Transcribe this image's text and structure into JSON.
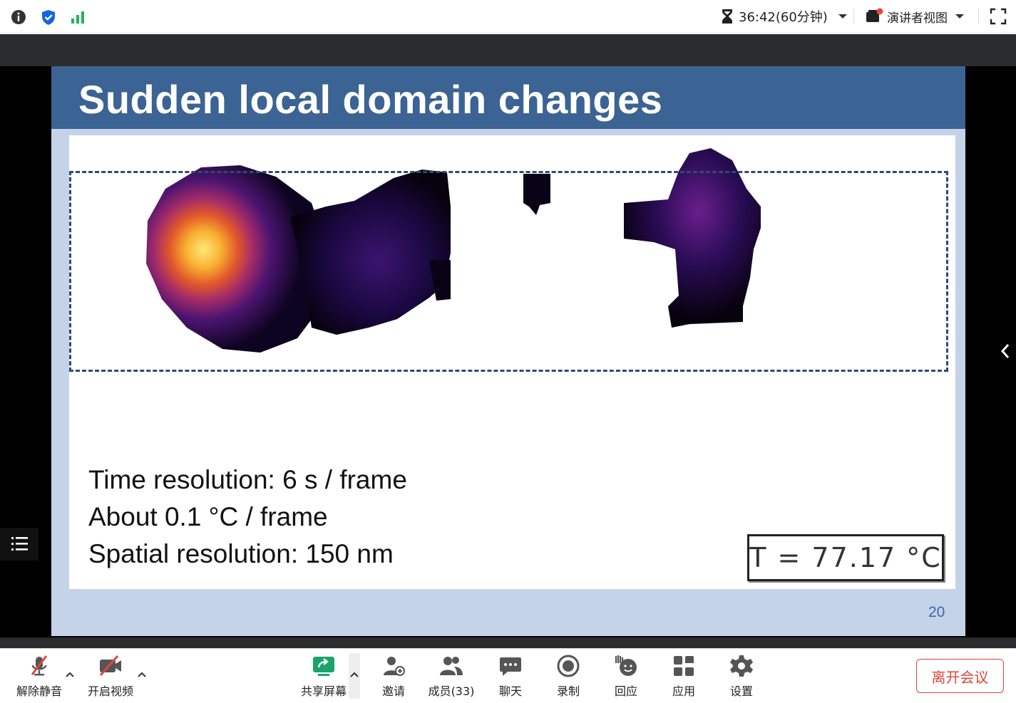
{
  "topbar": {
    "timer_text": "36:42(60分钟)",
    "view_mode_label": "演讲者视图"
  },
  "slide": {
    "title": "Sudden local domain changes",
    "lines": [
      "Time resolution: 6 s / frame",
      "About 0.1 °C / frame",
      "Spatial resolution: 150 nm"
    ],
    "temperature": "T = 77.17  °C",
    "page_number": "20"
  },
  "toolbar": {
    "unmute_label": "解除静音",
    "start_video_label": "开启视频",
    "share_screen_label": "共享屏幕",
    "invite_label": "邀请",
    "participants_label": "成员(33)",
    "chat_label": "聊天",
    "record_label": "录制",
    "reactions_label": "回应",
    "apps_label": "应用",
    "settings_label": "设置",
    "leave_label": "离开会议"
  },
  "colors": {
    "slide_header": "#3b6393",
    "slide_background": "#c4d3e8",
    "leave_red": "#e0453b",
    "share_green": "#1aa36a",
    "shield_blue": "#1565e0",
    "signal_green": "#1fb35a"
  }
}
